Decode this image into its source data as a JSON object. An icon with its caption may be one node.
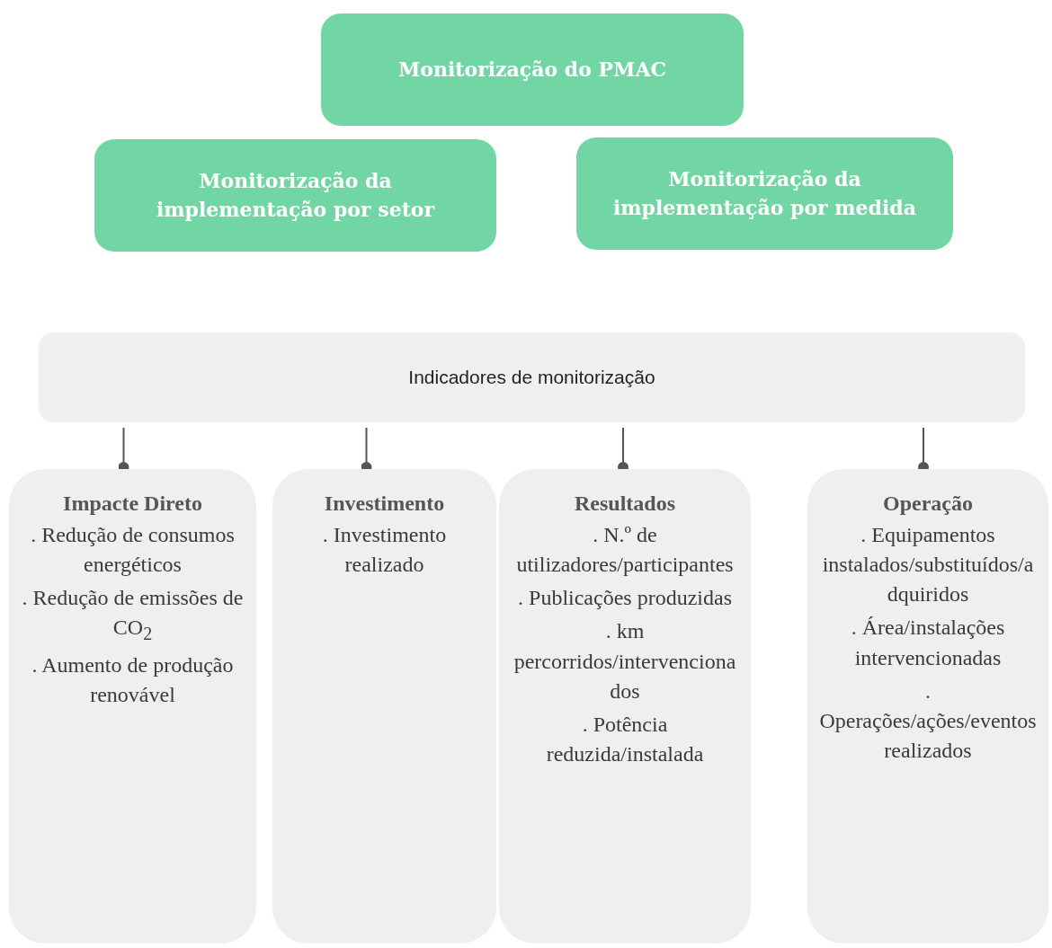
{
  "diagram": {
    "nodes": [
      {
        "text": [
          "Monitorização do PMAC"
        ]
      },
      {
        "text": [
          "Monitorização da implementação por setor"
        ]
      },
      {
        "text": [
          "Monitorização da implementação por medida"
        ]
      },
      {
        "text": [
          "Indicadores de monitorização"
        ]
      },
      {
        "text": [
          "Impacte Direto",
          ". Redução de consumos energéticos",
          ". Redução de emissões de CO$_{2}$",
          ". Aumento de produção renovável"
        ]
      },
      {
        "text": [
          "Investimento",
          ". Investimento realizado"
        ]
      },
      {
        "text": [
          "Resultados",
          ". N.º de utilizadores/participantes",
          ". Publicações produzidas",
          ". km percorridos/intervencionados",
          ". Potência reduzida/instalada"
        ]
      },
      {
        "text": [
          "Operação",
          ". Equipamentos instalados/substituídos/adquiridos",
          ". Área/instalações intervencionadas",
          ". Operações/ações/eventos realizados"
        ]
      }
    ],
    "edges": [
      {
        "from": 3,
        "to": 4,
        "arrow": "other"
      },
      {
        "from": 3,
        "to": 5,
        "arrow": "other"
      },
      {
        "from": 3,
        "to": 6,
        "arrow": "other"
      },
      {
        "from": 3,
        "to": 7,
        "arrow": "other"
      }
    ]
  }
}
